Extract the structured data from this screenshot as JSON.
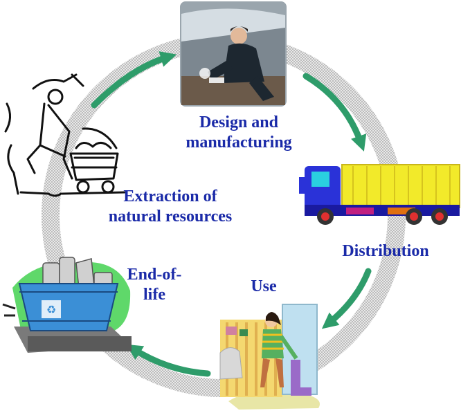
{
  "stages": [
    {
      "id": "design",
      "lines": [
        "Design and",
        "manufacturing"
      ]
    },
    {
      "id": "distribution",
      "lines": [
        "Distribution"
      ]
    },
    {
      "id": "use",
      "lines": [
        "Use"
      ]
    },
    {
      "id": "end_of_life",
      "lines": [
        "End-of-",
        "life"
      ]
    },
    {
      "id": "extraction",
      "lines": [
        "Extraction of",
        "natural resources"
      ]
    }
  ],
  "colors": {
    "label_text": "#1a2aa8",
    "arrow": "#2e9c6a",
    "ring": "#b8b8b8",
    "truck_cab": "#2a32d8",
    "truck_cargo": "#f2ea2a",
    "bin_blue": "#3b8fd6",
    "bin_green": "#5fd86a"
  },
  "icons": [
    "factory-worker-photo",
    "truck-icon",
    "vacuum-person-icon",
    "recycle-bin-icon",
    "miner-icon"
  ]
}
